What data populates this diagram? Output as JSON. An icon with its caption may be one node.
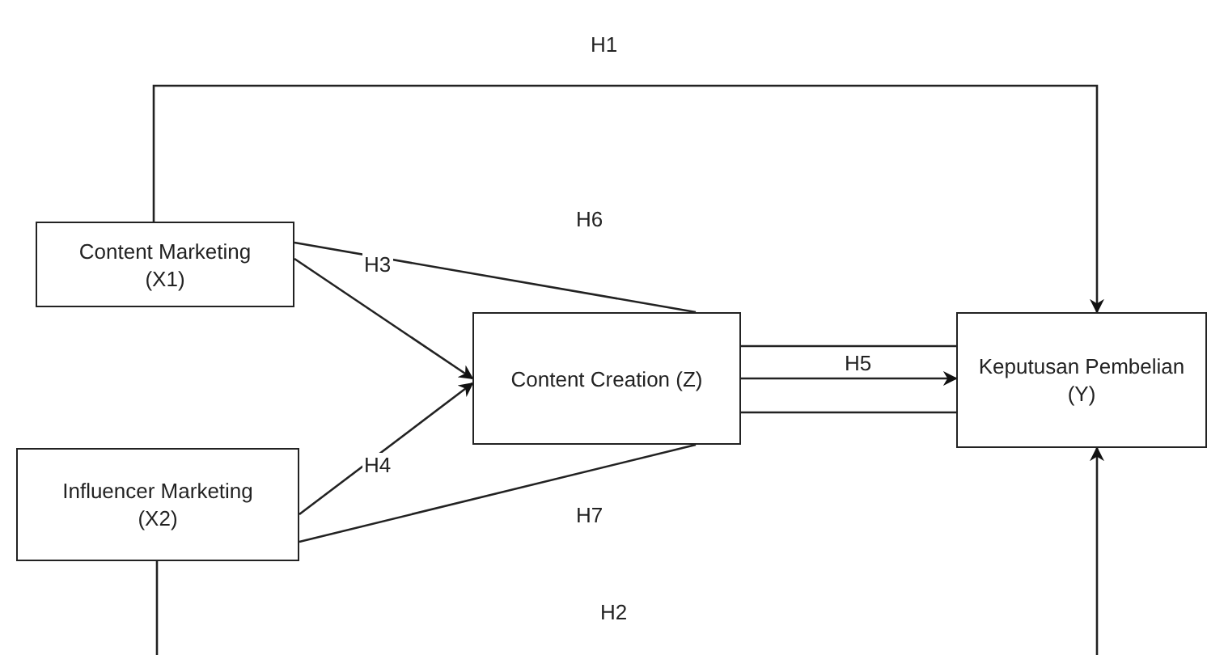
{
  "diagram": {
    "nodes": [
      {
        "text": [
          "Content Marketing (X1)"
        ]
      },
      {
        "text": [
          "Content Creation (Z)"
        ]
      },
      {
        "text": [
          "Keputusan Pembelian (Y)"
        ]
      },
      {
        "text": [
          "Influencer Marketing (X2)"
        ]
      }
    ],
    "edges": [
      {
        "from": 0,
        "to": 2,
        "arrow": "to",
        "label": "H1"
      },
      {
        "from": 0,
        "to": 1,
        "arrow": "none",
        "label": "H6"
      },
      {
        "from": 0,
        "to": 1,
        "arrow": "to",
        "label": "H3"
      },
      {
        "from": 3,
        "to": 1,
        "arrow": "to",
        "label": "H4"
      },
      {
        "from": 3,
        "to": 1,
        "arrow": "none",
        "label": "H7"
      },
      {
        "from": 1,
        "to": 2,
        "arrow": "to",
        "label": "H5"
      },
      {
        "from": 1,
        "to": 2,
        "arrow": "none"
      },
      {
        "from": 1,
        "to": 2,
        "arrow": "none"
      },
      {
        "from": 3,
        "to": 2,
        "arrow": "to",
        "label": "H2"
      }
    ]
  }
}
